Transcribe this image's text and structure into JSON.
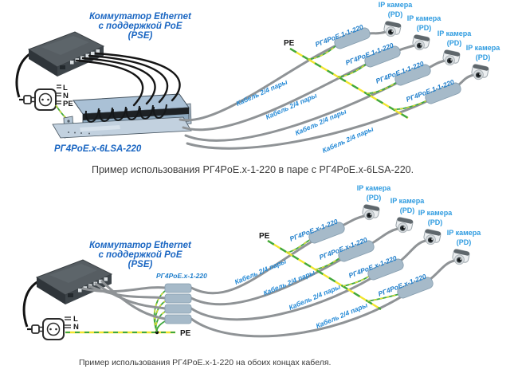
{
  "shared": {
    "switch_title": [
      "Коммутатор Ethernet",
      "с поддержкой PoE",
      "(PSE)"
    ],
    "cable_label": "Кабель 2/4 пары",
    "camera_label_line1": "IP камера",
    "camera_label_line2": "(PD)",
    "pe_label": "PE",
    "line_label": "L",
    "neutral_label": "N"
  },
  "diagram1": {
    "rack_label": "РГ4PoE.x-6LSA-220",
    "remote_device_label": "РГ4PoE.1-1-220",
    "caption": "Пример использования РГ4PoE.x-1-220 в паре с РГ4PoE.x-6LSA-220."
  },
  "diagram2": {
    "local_device_label": "РГ4PoE.x-1-220",
    "remote_device_label": "РГ4PoE.x-1-220",
    "caption": "Пример использования  РГ4PoE.x-1-220 на обоих концах кабеля."
  },
  "colors": {
    "title_blue": "#1a66c2",
    "label_blue": "#1f7ecb",
    "camera_label_blue": "#2e9be0",
    "device_fill": "#a6bac9",
    "cable_gray": "#8f9396",
    "ground_green": "#3fa83f",
    "ground_yellow": "#f2e52e",
    "caption_gray": "#3c3c3c"
  }
}
